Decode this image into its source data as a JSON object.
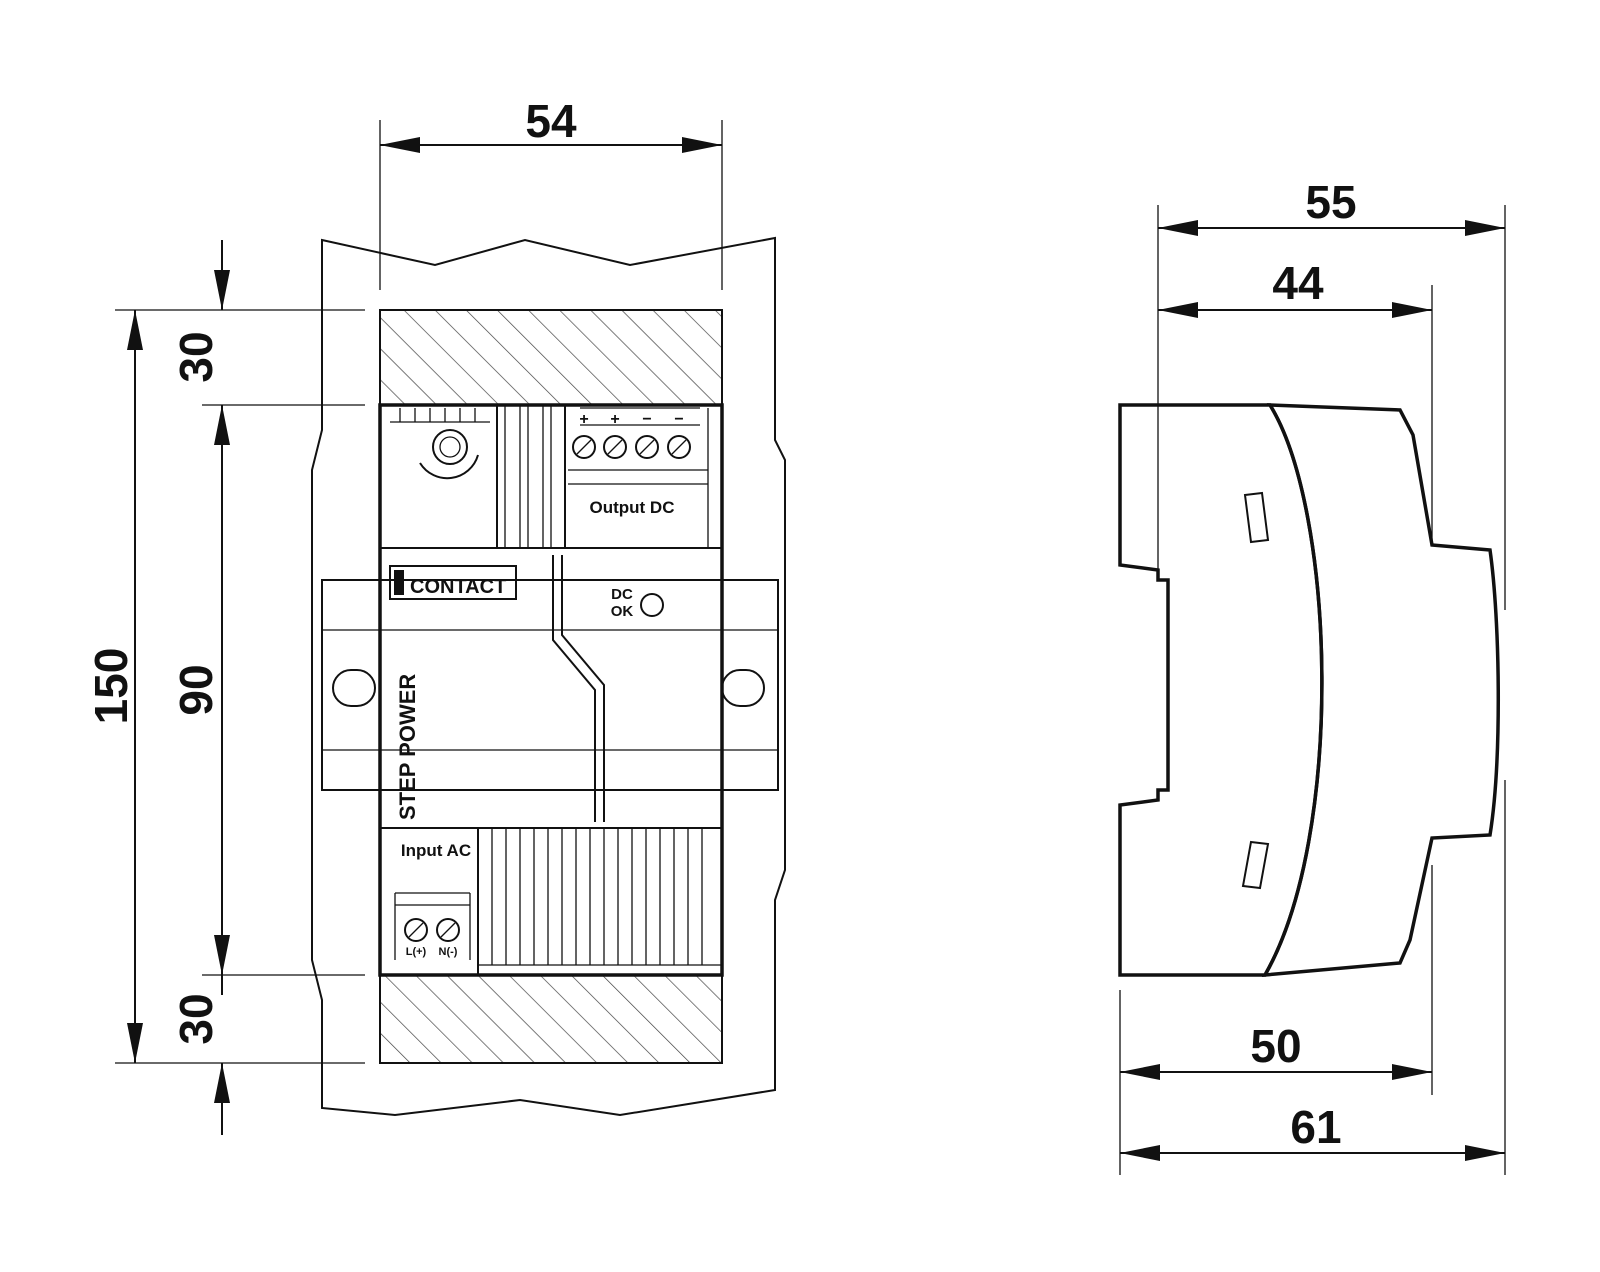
{
  "front_view": {
    "dimensions": {
      "width": "54",
      "total_height": "150",
      "top_clearance": "30",
      "body_height": "90",
      "bottom_clearance": "30"
    },
    "labels": {
      "output": "Output DC",
      "plus": "+",
      "minus": "−",
      "dc": "DC",
      "ok": "OK",
      "brand": "CONTACT",
      "product": "STEP POWER",
      "input": "Input AC",
      "terminal_l": "L(+)",
      "terminal_n": "N(-)"
    }
  },
  "side_view": {
    "dimensions": {
      "top_outer": "55",
      "top_inner": "44",
      "bottom_inner": "50",
      "bottom_outer": "61"
    }
  },
  "colors": {
    "body_fill": "#e3e3e3",
    "side_dark": "#d5d5d5",
    "side_light": "#e6e6e6",
    "stroke": "#111111"
  }
}
